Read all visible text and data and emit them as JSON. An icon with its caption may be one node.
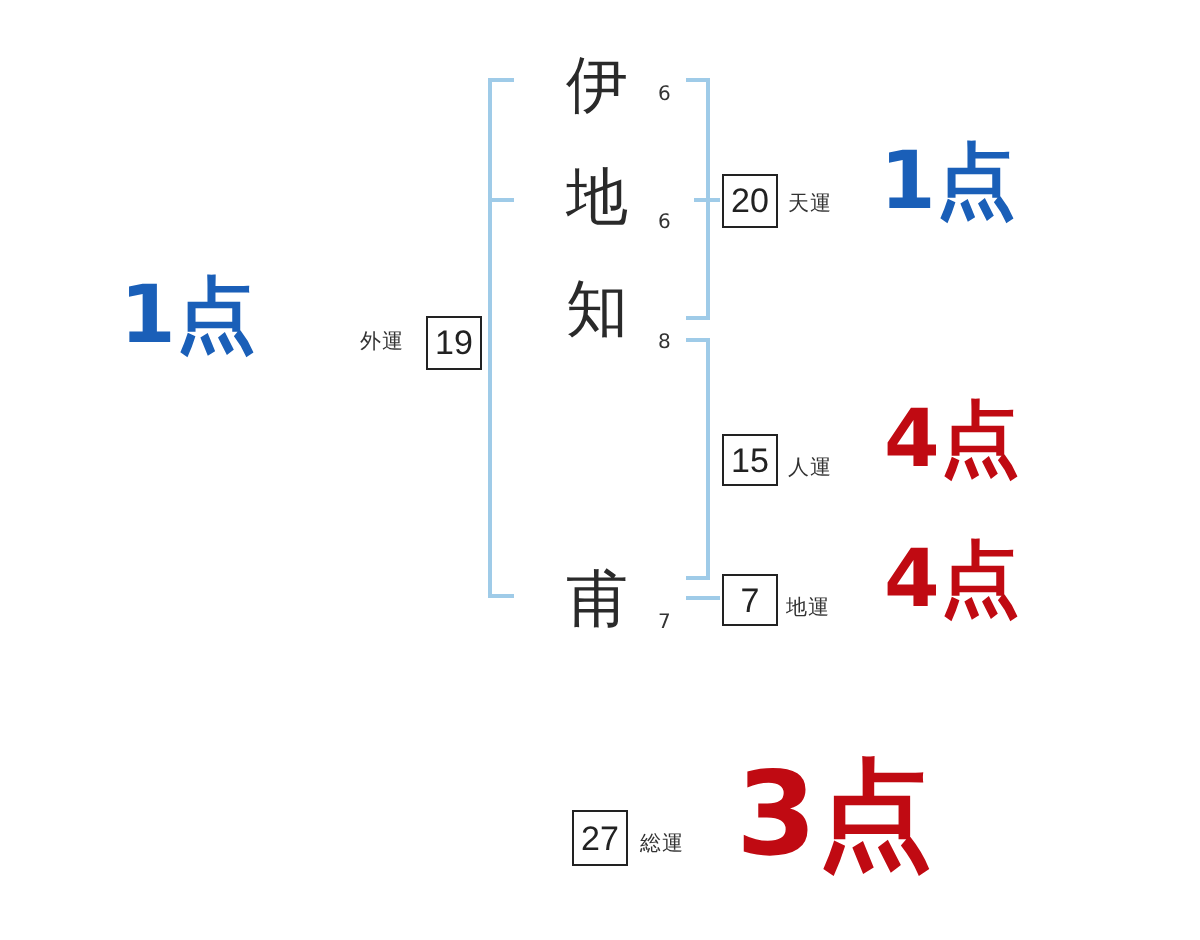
{
  "diagram": {
    "nodes": [
      {
        "text": [
          "20"
        ],
        "beside": [
          "天運",
          "1点"
        ]
      },
      {
        "text": [
          "19"
        ],
        "beside": [
          "外運",
          "1点"
        ]
      },
      {
        "text": [
          "15"
        ],
        "beside": [
          "人運",
          "4点"
        ]
      },
      {
        "text": [
          "7"
        ],
        "beside": [
          "地運",
          "4点"
        ]
      },
      {
        "text": [
          "27"
        ],
        "beside": [
          "総運",
          "3点"
        ]
      }
    ],
    "labels": [
      "伊",
      "6",
      "地",
      "6",
      "知",
      "8",
      "甫",
      "7"
    ]
  }
}
